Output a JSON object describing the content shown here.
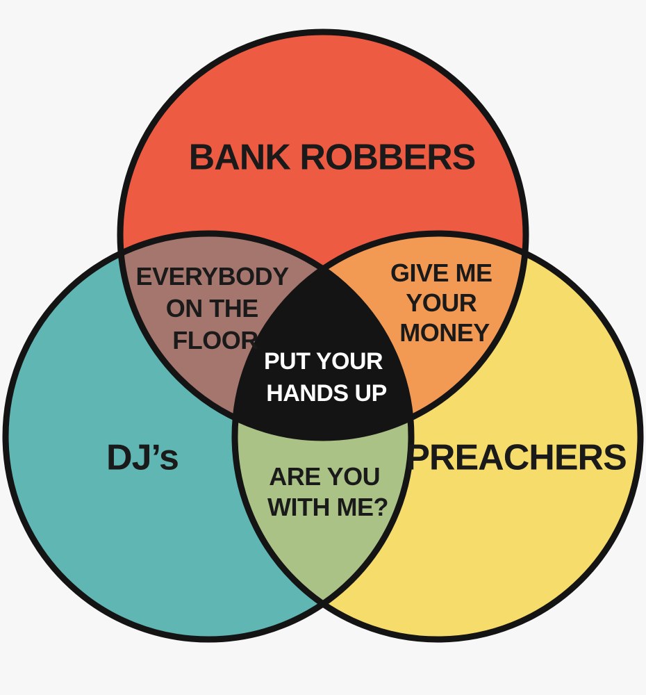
{
  "sets": {
    "top": {
      "label": "BANK ROBBERS",
      "color": "#ee5b43"
    },
    "left": {
      "label": "DJ’s",
      "color": "#5fb6b3"
    },
    "right": {
      "label": "PREACHERS",
      "color": "#f6dc6b"
    }
  },
  "overlaps": {
    "top_left": {
      "lines": [
        "EVERYBODY",
        "ON THE",
        "FLOOR"
      ],
      "color": "#a5766e"
    },
    "top_right": {
      "lines": [
        "GIVE ME",
        "YOUR",
        "MONEY"
      ],
      "color": "#f29a54"
    },
    "left_right": {
      "lines": [
        "ARE YOU",
        "WITH ME?"
      ],
      "color": "#abc287"
    },
    "all": {
      "lines": [
        "PUT YOUR",
        "HANDS UP"
      ],
      "color": "#141414"
    }
  },
  "colors": {
    "outline": "#141414",
    "text": "#1a1a1a",
    "center_text": "#ffffff",
    "background": "#f7f7f7"
  }
}
